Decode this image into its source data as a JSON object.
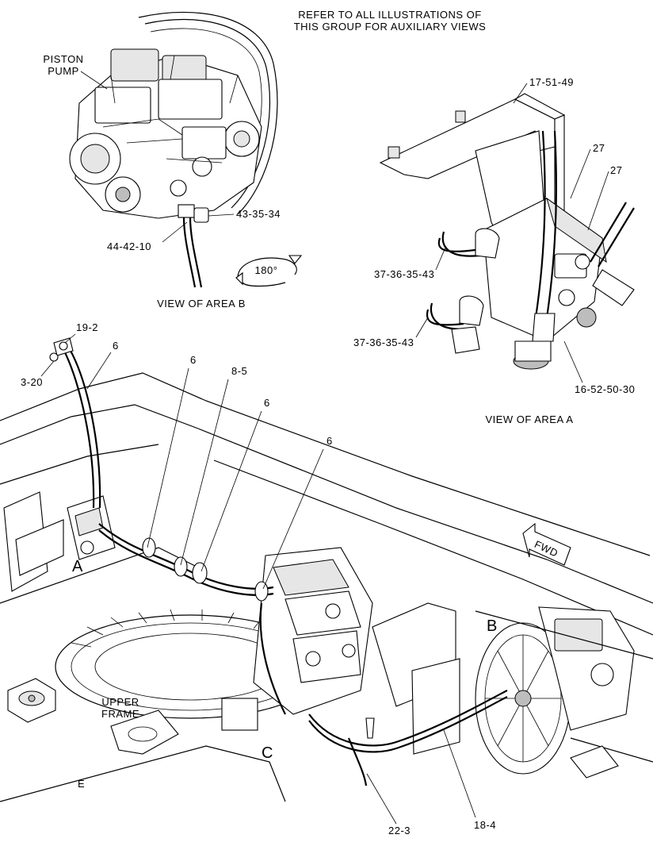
{
  "note": [
    "REFER TO ALL ILLUSTRATIONS OF",
    "THIS GROUP FOR AUXILIARY VIEWS"
  ],
  "views": {
    "area_b": {
      "caption": "VIEW OF AREA B",
      "piston_pump": [
        "PISTON",
        "PUMP"
      ],
      "rotation": "180°"
    },
    "area_a": {
      "caption": "VIEW OF AREA A"
    }
  },
  "callouts": {
    "c17_51_49": "17-51-49",
    "c27_a": "27",
    "c27_b": "27",
    "c43_35_34": "43-35-34",
    "c44_42_10": "44-42-10",
    "c37_36_35_43_a": "37-36-35-43",
    "c37_36_35_43_b": "37-36-35-43",
    "c16_52_50_30": "16-52-50-30",
    "c19_2": "19-2",
    "c3_20": "3-20",
    "c6_a": "6",
    "c6_b": "6",
    "c8_5": "8-5",
    "c6_c": "6",
    "c6_d": "6",
    "c22_3": "22-3",
    "c18_4": "18-4"
  },
  "area_letters": {
    "a": "A",
    "b": "B",
    "c": "C",
    "e": "E"
  },
  "upper_frame": [
    "UPPER",
    "FRAME"
  ],
  "fwd": "FWD"
}
